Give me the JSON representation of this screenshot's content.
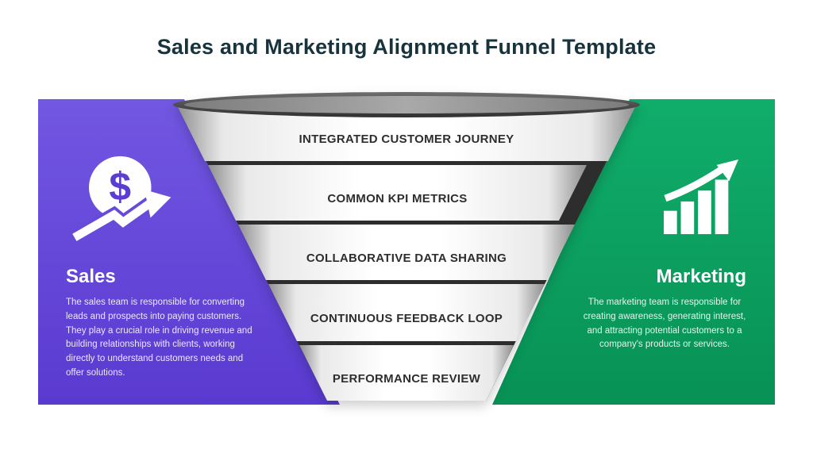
{
  "title": "Sales and Marketing Alignment Funnel Template",
  "colors": {
    "title_text": "#17343d",
    "sales_purple": "#6a4fd9",
    "marketing_green": "#0aa866",
    "funnel_label_text": "#2e2e2e"
  },
  "funnel": {
    "stages": [
      {
        "label": "INTEGRATED CUSTOMER JOURNEY"
      },
      {
        "label": "COMMON KPI METRICS"
      },
      {
        "label": "COLLABORATIVE DATA SHARING"
      },
      {
        "label": "CONTINUOUS FEEDBACK LOOP"
      },
      {
        "label": "PERFORMANCE REVIEW"
      }
    ]
  },
  "sales": {
    "heading": "Sales",
    "description": "The sales team is responsible for converting leads and prospects into paying customers. They play a crucial role in driving revenue and building relationships with clients, working directly to understand customers needs and offer solutions.",
    "icon": "dollar-coin-growth-arrow-icon"
  },
  "marketing": {
    "heading": "Marketing",
    "description": "The marketing team is responsible for creating awareness, generating interest, and attracting potential customers to a company's products or services.",
    "icon": "bar-chart-rising-arrow-icon"
  }
}
